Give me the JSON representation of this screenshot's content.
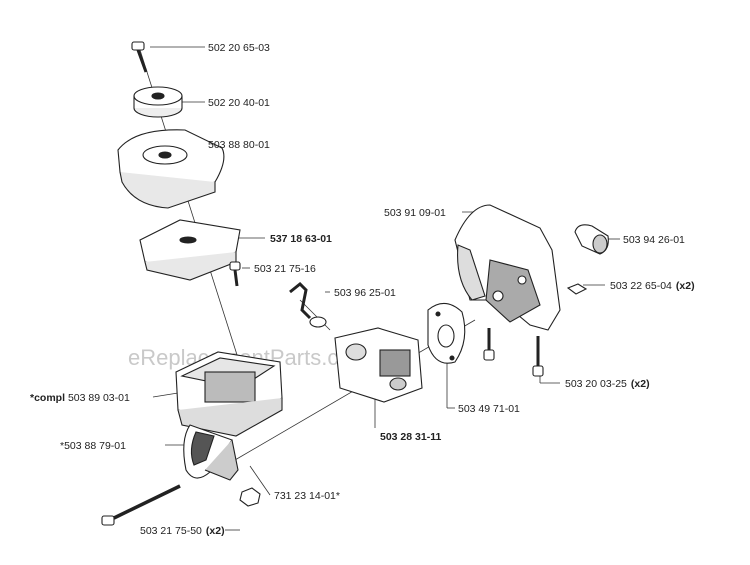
{
  "watermark": "eReplacementParts.com",
  "callouts": [
    {
      "id": "bolt-top",
      "text": "502 20 65-03",
      "bold": false,
      "suffix": ""
    },
    {
      "id": "knob",
      "text": "502 20 40-01",
      "bold": false,
      "suffix": ""
    },
    {
      "id": "cover",
      "text": "503 88 80-01",
      "bold": false,
      "suffix": ""
    },
    {
      "id": "filter",
      "text": "537 18 63-01",
      "bold": true,
      "suffix": ""
    },
    {
      "id": "screw-small",
      "text": "503 21 75-16",
      "bold": false,
      "suffix": ""
    },
    {
      "id": "choke-rod",
      "text": "503 96 25-01",
      "bold": false,
      "suffix": ""
    },
    {
      "id": "housing",
      "text": "503 89 03-01",
      "bold": false,
      "prefix": "*compl ",
      "suffix": ""
    },
    {
      "id": "handle",
      "text": "*503 88 79-01",
      "bold": false,
      "suffix": ""
    },
    {
      "id": "carburetor",
      "text": "503 28 31-11",
      "bold": true,
      "suffix": ""
    },
    {
      "id": "gasket",
      "text": "503 49 71-01",
      "bold": false,
      "suffix": ""
    },
    {
      "id": "nut",
      "text": "731 23 14-01*",
      "bold": false,
      "suffix": ""
    },
    {
      "id": "long-bolt",
      "text": "503 21 75-50",
      "bold": false,
      "suffix": "(x2)"
    },
    {
      "id": "shroud",
      "text": "503 91 09-01",
      "bold": false,
      "suffix": ""
    },
    {
      "id": "bushing",
      "text": "503 94 26-01",
      "bold": false,
      "suffix": ""
    },
    {
      "id": "washer",
      "text": "503 22 65-04",
      "bold": false,
      "suffix": "(x2)"
    },
    {
      "id": "bolt-mid",
      "text": "503 20 03-25",
      "bold": false,
      "suffix": "(x2)"
    }
  ]
}
